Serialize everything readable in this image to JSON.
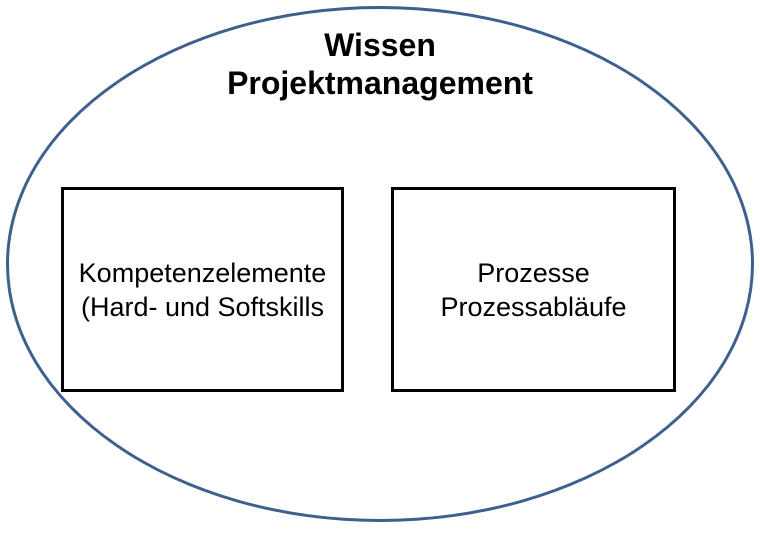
{
  "diagram": {
    "title": {
      "line1": "Wissen",
      "line2": "Projektmanagement"
    },
    "boxes": [
      {
        "id": "kompetenzelemente",
        "line1": "Kompetenzelemente",
        "line2": "(Hard- und Softskills"
      },
      {
        "id": "prozesse",
        "line1": "Prozesse",
        "line2": "Prozessabläufe"
      }
    ],
    "colors": {
      "ellipse_stroke": "#3d608e",
      "box_border": "#000000",
      "text": "#000000",
      "background": "#ffffff"
    }
  }
}
